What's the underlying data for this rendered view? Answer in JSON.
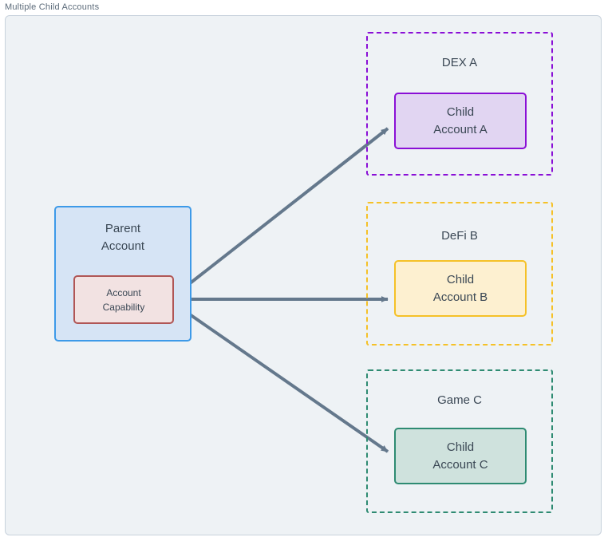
{
  "diagram": {
    "caption": "Multiple Child Accounts",
    "colors": {
      "page_background": "#ffffff",
      "frame_background": "#eef2f5",
      "frame_border": "#c8d2dc",
      "text": "#3a4754",
      "caption_text": "#5c6b7a",
      "arrow": "#64788c",
      "parent_fill": "#d6e4f5",
      "parent_border": "#3d9ae8",
      "capability_fill": "#f2e2e2",
      "capability_border": "#b05656",
      "dex_a": "#8a0fd6",
      "dex_a_fill": "#e1d5f2",
      "defi_b": "#f5c127",
      "defi_b_fill": "#fdf0d0",
      "game_c": "#2e8b72",
      "game_c_fill": "#cfe2dd"
    }
  },
  "parent": {
    "title_line1": "Parent",
    "title_line2": "Account",
    "capability_line1": "Account",
    "capability_line2": "Capability"
  },
  "groups": [
    {
      "id": "dex-a",
      "title": "DEX A",
      "child_line1": "Child",
      "child_line2": "Account A"
    },
    {
      "id": "defi-b",
      "title": "DeFi B",
      "child_line1": "Child",
      "child_line2": "Account B"
    },
    {
      "id": "game-c",
      "title": "Game C",
      "child_line1": "Child",
      "child_line2": "Account C"
    }
  ],
  "connectors": [
    {
      "name": "capability-to-child-a",
      "from": "Account Capability",
      "to": "Child Account A"
    },
    {
      "name": "capability-to-child-b",
      "from": "Account Capability",
      "to": "Child Account B"
    },
    {
      "name": "capability-to-child-c",
      "from": "Account Capability",
      "to": "Child Account C"
    }
  ]
}
